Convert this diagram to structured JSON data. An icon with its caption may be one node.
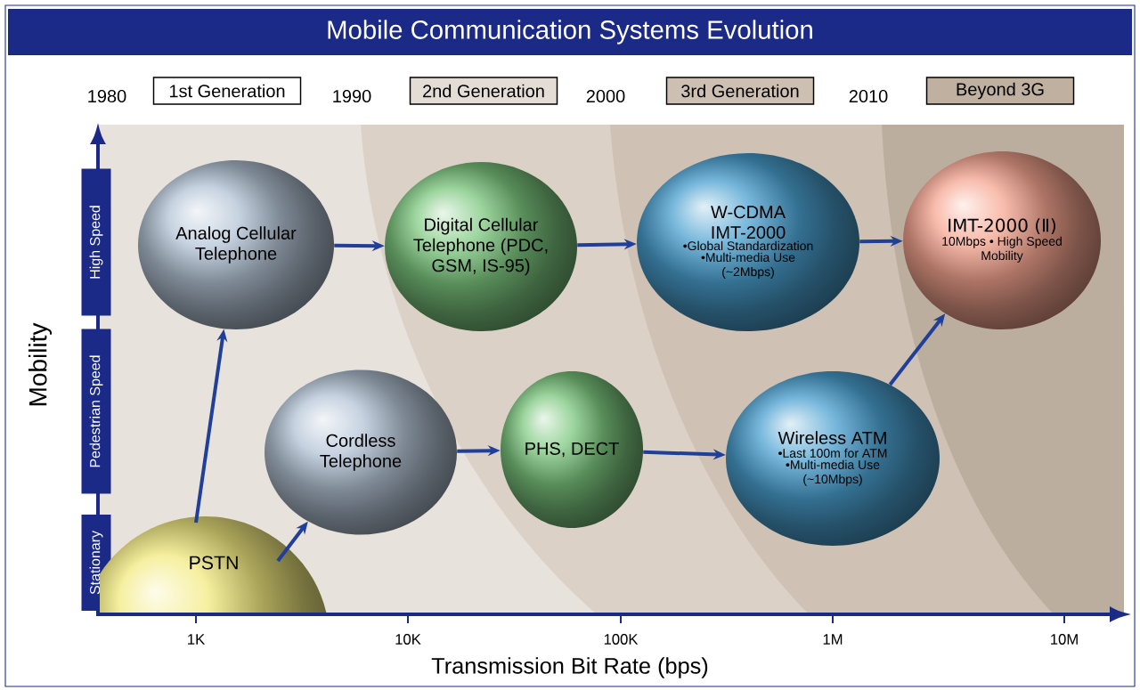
{
  "diagram": {
    "title": "Mobile Communication Systems Evolution",
    "nodes": [
      {
        "text": [
          "1st Generation"
        ]
      },
      {
        "text": [
          "2nd Generation"
        ]
      },
      {
        "text": [
          "3rd Generation"
        ]
      },
      {
        "text": [
          "Beyond 3G"
        ]
      },
      {
        "text": [
          "Analog Cellular Telephone"
        ]
      },
      {
        "text": [
          "Digital Cellular Telephone (PDC, GSM, IS-95)"
        ]
      },
      {
        "text": [
          "W-CDMA IMT-2000",
          "•Global Standardization",
          "•Multi-media Use (~2Mbps)"
        ]
      },
      {
        "text": [
          "IMT-2000 (Ⅱ)",
          "10Mbps • High Speed Mobility"
        ]
      },
      {
        "text": [
          "High Speed"
        ]
      },
      {
        "text": [
          "Pedestrian Speed"
        ]
      },
      {
        "text": [
          "Cordless Telephone"
        ]
      },
      {
        "text": [
          "PHS, DECT"
        ]
      },
      {
        "text": [
          "Wireless ATM",
          "•Last 100m for ATM",
          "•Multi-media Use (~10Mbps)"
        ]
      },
      {
        "text": [
          "Stationary"
        ]
      },
      {
        "text": [
          "PSTN"
        ]
      }
    ],
    "edges": [
      {
        "from": 14,
        "to": 4,
        "arrow": "to"
      },
      {
        "from": 14,
        "to": 10,
        "arrow": "to"
      },
      {
        "from": 4,
        "to": 5,
        "arrow": "to"
      },
      {
        "from": 5,
        "to": 6,
        "arrow": "to"
      },
      {
        "from": 6,
        "to": 7,
        "arrow": "to"
      },
      {
        "from": 10,
        "to": 11,
        "arrow": "to"
      },
      {
        "from": 11,
        "to": 12,
        "arrow": "to"
      },
      {
        "from": 12,
        "to": 7,
        "arrow": "to"
      }
    ],
    "labels": [
      "1980",
      "1990",
      "2000",
      "2010",
      "Mobility",
      "1K",
      "10K",
      "100K",
      "1M",
      "10M",
      "Transmission Bit Rate (bps)"
    ]
  }
}
